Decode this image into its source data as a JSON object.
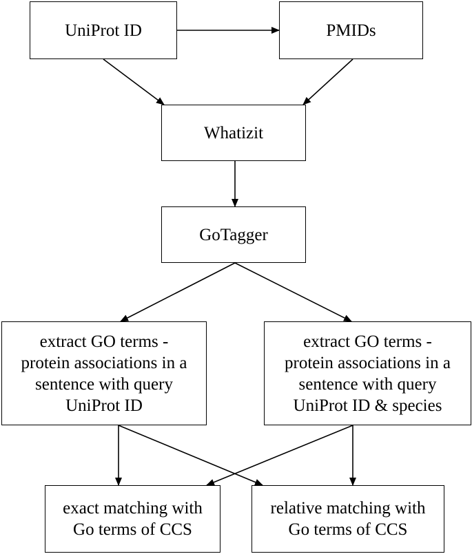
{
  "nodes": {
    "uniprot": "UniProt ID",
    "pmids": "PMIDs",
    "whatizit": "Whatizit",
    "gotagger": "GoTagger",
    "extract_left": "extract GO terms -\nprotein associations in a\nsentence with query\nUniProt ID",
    "extract_right": "extract GO terms -\nprotein associations in a\nsentence with query\nUniProt ID & species",
    "exact": "exact matching with\nGo terms of CCS",
    "relative": "relative matching with\nGo terms of CCS"
  },
  "edges": [
    {
      "from": "uniprot",
      "to": "pmids"
    },
    {
      "from": "uniprot",
      "to": "whatizit"
    },
    {
      "from": "pmids",
      "to": "whatizit"
    },
    {
      "from": "whatizit",
      "to": "gotagger"
    },
    {
      "from": "gotagger",
      "to": "extract_left"
    },
    {
      "from": "gotagger",
      "to": "extract_right"
    },
    {
      "from": "extract_left",
      "to": "exact"
    },
    {
      "from": "extract_left",
      "to": "relative"
    },
    {
      "from": "extract_right",
      "to": "exact"
    },
    {
      "from": "extract_right",
      "to": "relative"
    }
  ]
}
